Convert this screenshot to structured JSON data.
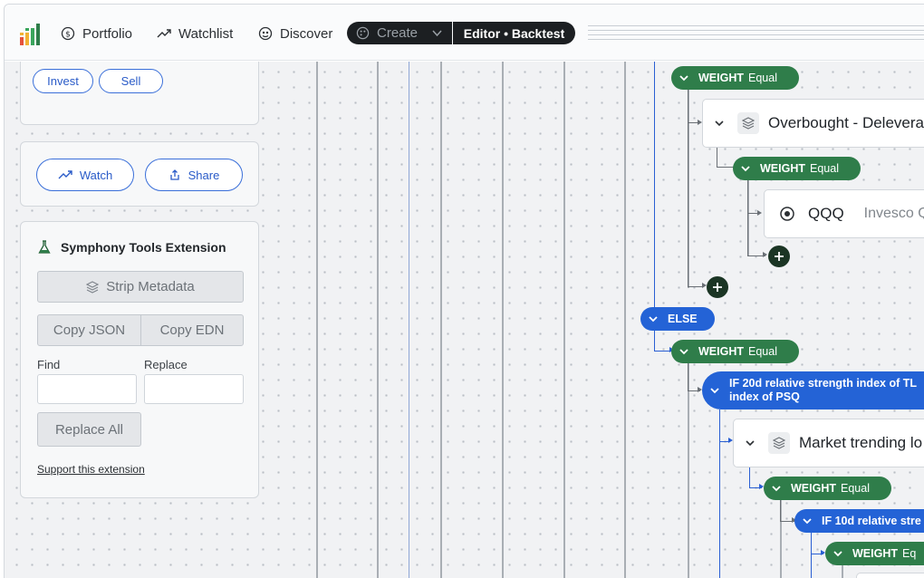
{
  "nav": {
    "portfolio": "Portfolio",
    "watchlist": "Watchlist",
    "discover": "Discover",
    "create": "Create",
    "editor_backtest": "Editor • Backtest"
  },
  "panel_top": {
    "invest": "Invest",
    "sell": "Sell"
  },
  "panel_watch": {
    "watch": "Watch",
    "share": "Share"
  },
  "extension": {
    "title": "Symphony Tools Extension",
    "strip_metadata": "Strip Metadata",
    "copy_json": "Copy JSON",
    "copy_edn": "Copy EDN",
    "find_label": "Find",
    "replace_label": "Replace",
    "find_value": "",
    "replace_value": "",
    "replace_all": "Replace All",
    "support_link": "Support this extension"
  },
  "tree": {
    "weight_1": {
      "label": "WEIGHT",
      "mode": "Equal"
    },
    "group_1": "Overbought - Delevera",
    "weight_2": {
      "label": "WEIGHT",
      "mode": "Equal"
    },
    "asset_ticker": "QQQ",
    "asset_name": "Invesco Q",
    "else_label": "ELSE",
    "weight_3": {
      "label": "WEIGHT",
      "mode": "Equal"
    },
    "if_1_line1": "IF 20d relative strength index of TL",
    "if_1_line2": "index of PSQ",
    "group_2": "Market trending lo",
    "weight_4": {
      "label": "WEIGHT",
      "mode": "Equal"
    },
    "if_2": "IF 10d relative stre",
    "weight_5": {
      "label": "WEIGHT",
      "mode": "Eq"
    }
  },
  "colors": {
    "green_node": "#2f7d4a",
    "blue_node": "#2463d6",
    "dark_pill": "#1c1f22",
    "accent_blue": "#3a6fd9"
  }
}
